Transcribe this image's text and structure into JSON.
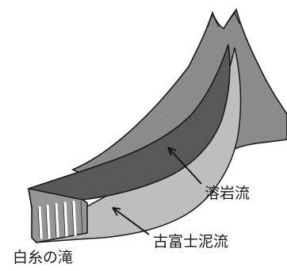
{
  "labels": {
    "lava_flow": "溶岩流",
    "old_fuji_mudflow": "古富士泥流",
    "shiraito_falls": "白糸の滝"
  },
  "colors": {
    "mountain_fill": "#8e8e8e",
    "lava_fill": "#5a5a5a",
    "mudflow_fill": "#c4c4c4",
    "outline": "#1a1a1a"
  }
}
